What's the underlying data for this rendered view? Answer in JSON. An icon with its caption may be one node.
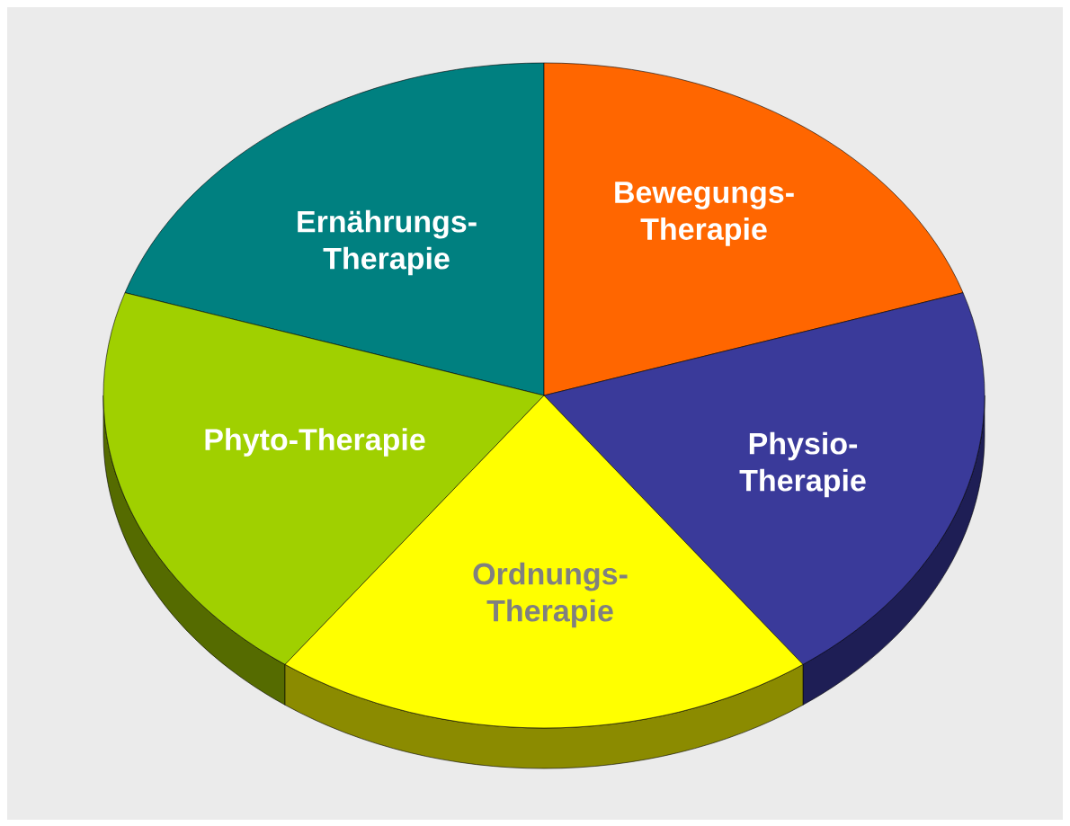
{
  "diagram": {
    "nodes": [
      {
        "text": [
          "Ernährungs- Therapie"
        ]
      },
      {
        "text": [
          "Bewegungs- Therapie"
        ]
      },
      {
        "text": [
          "Phyto-Therapie"
        ]
      },
      {
        "text": [
          "Physio- Therapie"
        ]
      },
      {
        "text": [
          "Ordnungs- Therapie"
        ]
      }
    ]
  }
}
